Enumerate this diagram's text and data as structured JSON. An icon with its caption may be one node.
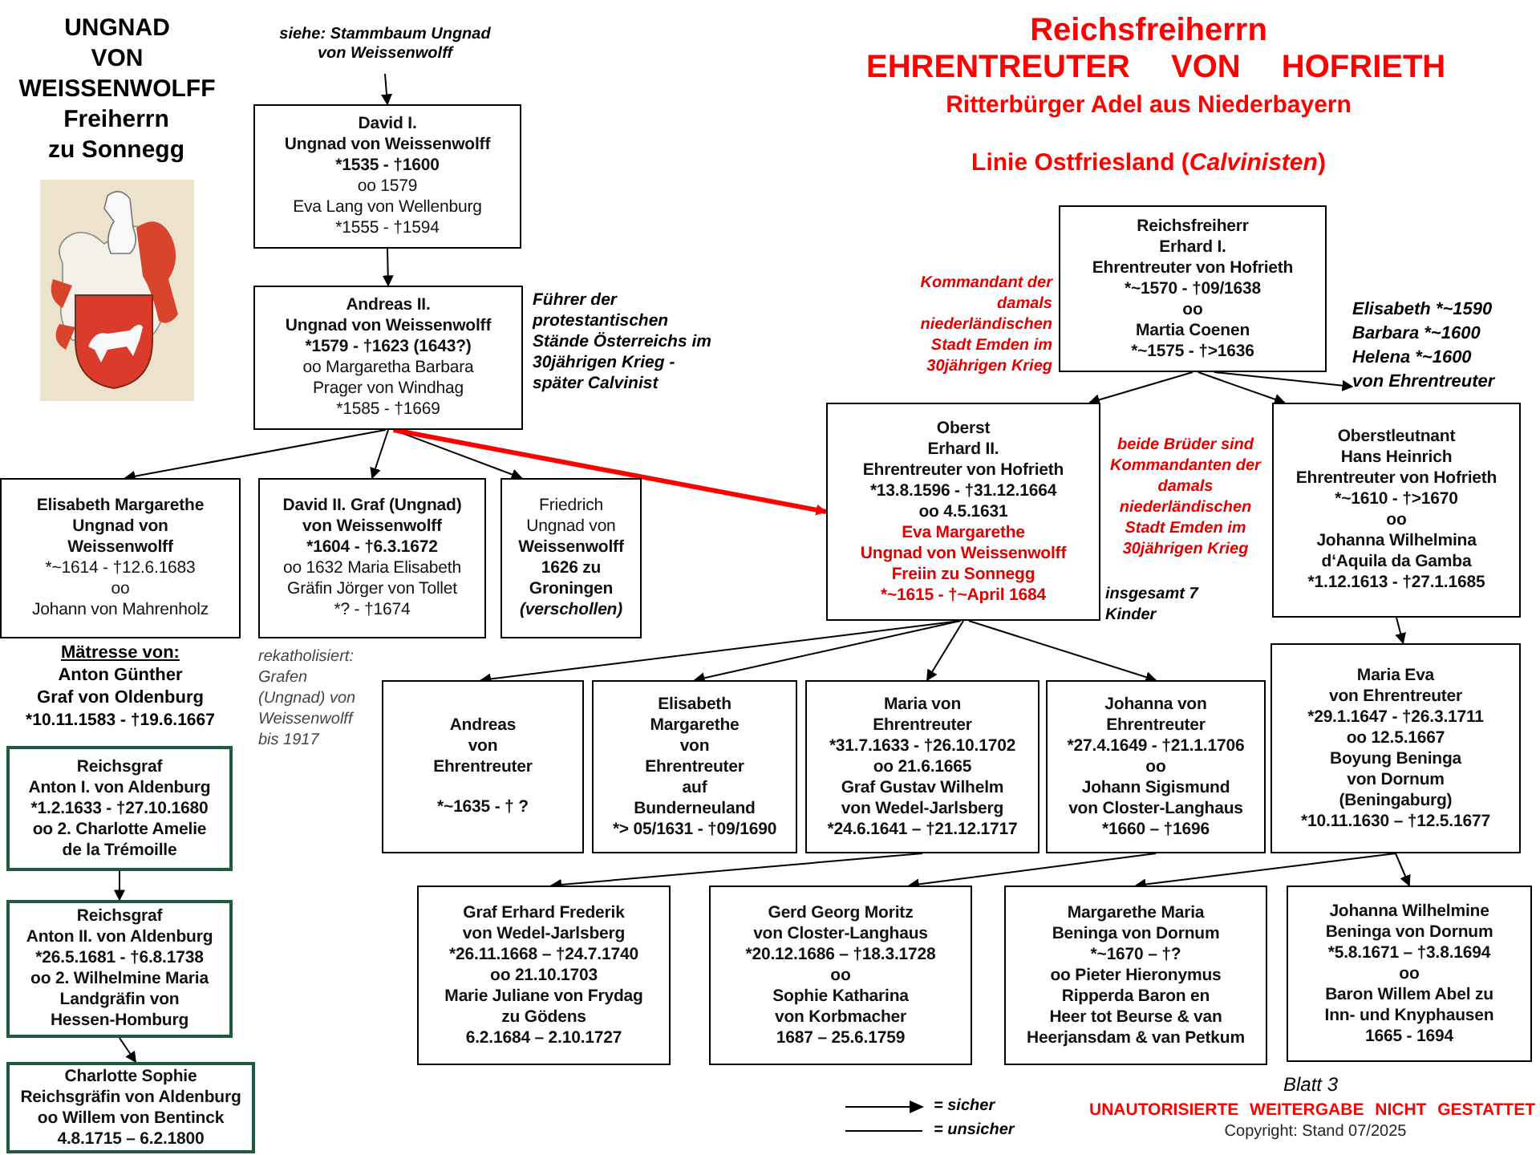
{
  "diagram": {
    "title": "Reichsfreiherrn",
    "nodes": [
      {
        "text": [
          "siehe: Stammbaum Ungnad von Weissenwolff"
        ]
      },
      {
        "text": [
          "David I.",
          "Ungnad von Weissenwolff",
          "*1535 - †1600",
          "oo 1579",
          "Eva Lang von Wellenburg",
          "*1555 - †1594"
        ]
      },
      {
        "text": [
          "Andreas II.",
          "Ungnad von Weissenwolff",
          "*1579 - †1623 (1643?)",
          "oo Margaretha Barbara",
          "Prager von Windhag",
          "*1585 - †1669"
        ],
        "beside": [
          "Führer der protestantischen Stände Österreichs im 30jährigen Krieg - später Calvinist"
        ]
      },
      {
        "text": [
          "Elisabeth Margarethe",
          "Ungnad von",
          "Weissenwolff",
          "*~1614 - †12.6.1683",
          "oo",
          "Johann von Mahrenholz"
        ],
        "beside": [
          "Mätresse von:",
          "Anton Günther",
          "Graf von Oldenburg",
          "*10.11.1583 - †19.6.1667"
        ]
      },
      {
        "text": [
          "David II. Graf (Ungnad)",
          "von Weissenwolff",
          "*1604 - †6.3.1672",
          "oo 1632 Maria Elisabeth",
          "Gräfin Jörger von Tollet",
          "*? - †1674"
        ],
        "beside": [
          "rekatholisiert: Grafen (Ungnad) von Weissenwolff bis 1917"
        ]
      },
      {
        "text": [
          "Friedrich",
          "Ungnad von",
          "Weissenwolff",
          "1626 zu",
          "Groningen",
          "(verschollen)"
        ]
      },
      {
        "text": [
          "Reichsgraf",
          "Anton I. von Aldenburg",
          "*1.2.1633 - †27.10.1680",
          "oo 2. Charlotte Amelie",
          "de la Trémoille"
        ]
      },
      {
        "text": [
          "Reichsgraf",
          "Anton II. von Aldenburg",
          "*26.5.1681 - †6.8.1738",
          "oo 2. Wilhelmine Maria",
          "Landgräfin von",
          "Hessen-Homburg"
        ]
      },
      {
        "text": [
          "Charlotte Sophie",
          "Reichsgräfin von Aldenburg",
          "oo Willem von Bentinck",
          "4.8.1715 – 6.2.1800"
        ]
      },
      {
        "text": [
          "Reichsfreiherr",
          "Erhard I.",
          "Ehrentreuter von Hofrieth",
          "*~1570 - †09/1638",
          "oo",
          "Martia Coenen",
          "*~1575 - †>1636"
        ]
      },
      {
        "text": [
          "Elisabeth *~1590",
          "Barbara *~1600",
          "Helena *~1600",
          "von Ehrentreuter"
        ]
      },
      {
        "text": [
          "Oberst",
          "Erhard II.",
          "Ehrentreuter von Hofrieth",
          "*13.8.1596 - †31.12.1664",
          "oo 4.5.1631",
          "Eva Margarethe",
          "Ungnad von Weissenwolff",
          "Freiin zu Sonnegg",
          "*~1615 - †~April 1684"
        ],
        "beside": [
          "insgesamt 7 Kinder"
        ]
      },
      {
        "text": [
          "Oberstleutnant",
          "Hans Heinrich",
          "Ehrentreuter von Hofrieth",
          "*~1610 - †>1670",
          "oo",
          "Johanna Wilhelmina",
          "d‘Aquila da Gamba",
          "*1.12.1613 - †27.1.1685"
        ]
      },
      {
        "text": [
          "Andreas",
          "von",
          "Ehrentreuter",
          "*~1635 - † ?"
        ]
      },
      {
        "text": [
          "Elisabeth",
          "Margarethe",
          "von",
          "Ehrentreuter",
          "auf",
          "Bunderneuland",
          "*> 05/1631 - †09/1690"
        ]
      },
      {
        "text": [
          "Maria von",
          "Ehrentreuter",
          "*31.7.1633 - †26.10.1702",
          "oo 21.6.1665",
          "Graf Gustav Wilhelm",
          "von Wedel-Jarlsberg",
          "*24.6.1641 – †21.12.1717"
        ]
      },
      {
        "text": [
          "Johanna von",
          "Ehrentreuter",
          "*27.4.1649 - †21.1.1706",
          "oo",
          "Johann Sigismund",
          "von Closter-Langhaus",
          "*1660 – †1696"
        ]
      },
      {
        "text": [
          "Maria Eva",
          "von Ehrentreuter",
          "*29.1.1647 - †26.3.1711",
          "oo 12.5.1667",
          "Boyung Beninga",
          "von Dornum",
          "(Beningaburg)",
          "*10.11.1630 – †12.5.1677"
        ]
      },
      {
        "text": [
          "Graf Erhard Frederik",
          "von Wedel-Jarlsberg",
          "*26.11.1668 – †24.7.1740",
          "oo 21.10.1703",
          "Marie Juliane von Frydag",
          "zu Gödens",
          "6.2.1684 – 2.10.1727"
        ]
      },
      {
        "text": [
          "Gerd Georg Moritz",
          "von Closter-Langhaus",
          "*20.12.1686 – †18.3.1728",
          "oo",
          "Sophie Katharina",
          "von Korbmacher",
          "1687 – 25.6.1759"
        ]
      },
      {
        "text": [
          "Margarethe Maria",
          "Beninga von Dornum",
          "*~1670 – †?",
          "oo Pieter Hieronymus",
          "Ripperda Baron en",
          "Heer tot Beurse & van",
          "Heerjansdam & van Petkum"
        ]
      },
      {
        "text": [
          "Johanna Wilhelmine",
          "Beninga von Dornum",
          "*5.8.1671 – †3.8.1694",
          "oo",
          "Baron Willem Abel zu",
          "Inn- und Knyphausen",
          "1665 - 1694"
        ]
      }
    ],
    "edges": [
      {
        "from": 0,
        "to": 1,
        "arrow": "to"
      },
      {
        "from": 1,
        "to": 2,
        "arrow": "to"
      },
      {
        "from": 2,
        "to": 3,
        "arrow": "to"
      },
      {
        "from": 2,
        "to": 4,
        "arrow": "to"
      },
      {
        "from": 2,
        "to": 5,
        "arrow": "to"
      },
      {
        "from": 2,
        "to": 11,
        "arrow": "to",
        "style": "thick",
        "color": "#ff0000"
      },
      {
        "from": 9,
        "to": 11,
        "arrow": "to"
      },
      {
        "from": 9,
        "to": 12,
        "arrow": "to"
      },
      {
        "from": 9,
        "to": 10,
        "arrow": "to"
      },
      {
        "from": 11,
        "to": 13,
        "arrow": "to"
      },
      {
        "from": 11,
        "to": 14,
        "arrow": "to"
      },
      {
        "from": 11,
        "to": 15,
        "arrow": "to"
      },
      {
        "from": 11,
        "to": 16,
        "arrow": "to"
      },
      {
        "from": 12,
        "to": 17,
        "arrow": "to"
      },
      {
        "from": 6,
        "to": 7,
        "arrow": "to"
      },
      {
        "from": 7,
        "to": 8,
        "arrow": "to"
      },
      {
        "from": 15,
        "to": 18,
        "arrow": "to"
      },
      {
        "from": 16,
        "to": 19,
        "arrow": "to"
      },
      {
        "from": 17,
        "to": 20,
        "arrow": "to"
      },
      {
        "from": 17,
        "to": 21,
        "arrow": "to"
      }
    ],
    "labels": [
      "UNGNAD VON WEISSENWOLFF",
      "Freiherrn zu Sonnegg",
      "EHRENTREUTER VON HOFRIETH",
      "Ritterbürger Adel aus Niederbayern",
      "Linie Ostfriesland (*Calvinisten*)",
      "Kommandant der damals niederländischen Stadt Emden im 30jährigen Krieg",
      "beide Brüder sind Kommandanten der damals niederländischen Stadt Emden im 30jährigen Krieg",
      "Blatt 3",
      "UNAUTORISIERTE WEITERGABE NICHT GESTATTET",
      "Copyright: Stand 07/2025"
    ],
    "legend": [
      {
        "text": "= sicher"
      },
      {
        "text": "= unsicher"
      }
    ]
  }
}
